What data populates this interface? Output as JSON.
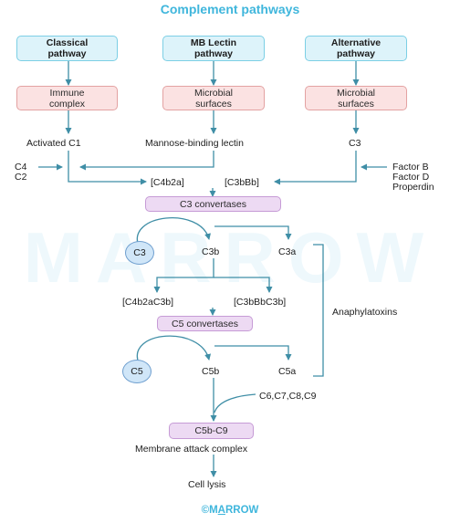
{
  "title": "Complement pathways",
  "watermark": "MARROW",
  "footer": {
    "symbol": "©",
    "first": "M",
    "underlined": "A",
    "rest": "RROW"
  },
  "pathways": [
    {
      "name": "Classical pathway",
      "trigger": "Immune complex",
      "product": "Activated C1"
    },
    {
      "name": "MB Lectin pathway",
      "trigger": "Microbial surfaces",
      "product": "Mannose-binding lectin"
    },
    {
      "name": "Alternative pathway",
      "trigger": "Microbial surfaces",
      "product": "C3"
    }
  ],
  "left_inputs": [
    "C4",
    "C2"
  ],
  "right_inputs": [
    "Factor B",
    "Factor D",
    "Properdin"
  ],
  "c3_convertase_labels": [
    "[C4b2a]",
    "[C3bBb]"
  ],
  "c3_convertases": "C3 convertases",
  "c3": {
    "substrate": "C3",
    "major": "C3b",
    "minor": "C3a"
  },
  "c5_convertase_labels": [
    "[C4b2aC3b]",
    "[C3bBbC3b]"
  ],
  "c5_convertases": "C5 convertases",
  "c5": {
    "substrate": "C5",
    "major": "C5b",
    "minor": "C5a"
  },
  "anaphylatoxins": "Anaphylatoxins",
  "late_components": "C6,C7,C8,C9",
  "mac_box": "C5b-C9",
  "mac_label": "Membrane attack complex",
  "outcome": "Cell lysis"
}
